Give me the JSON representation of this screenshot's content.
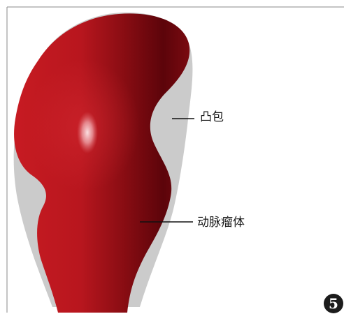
{
  "labels": {
    "bulge": "凸包",
    "aneurysm": "动脉瘤体"
  },
  "figure_number": "5",
  "colors": {
    "aneurysm_red": "#c0181f",
    "aneurysm_dark": "#5a0006",
    "convex_hull_gray": "#cbcbcb",
    "highlight": "#f4c9cc",
    "frame_line": "#8a8a8a"
  }
}
